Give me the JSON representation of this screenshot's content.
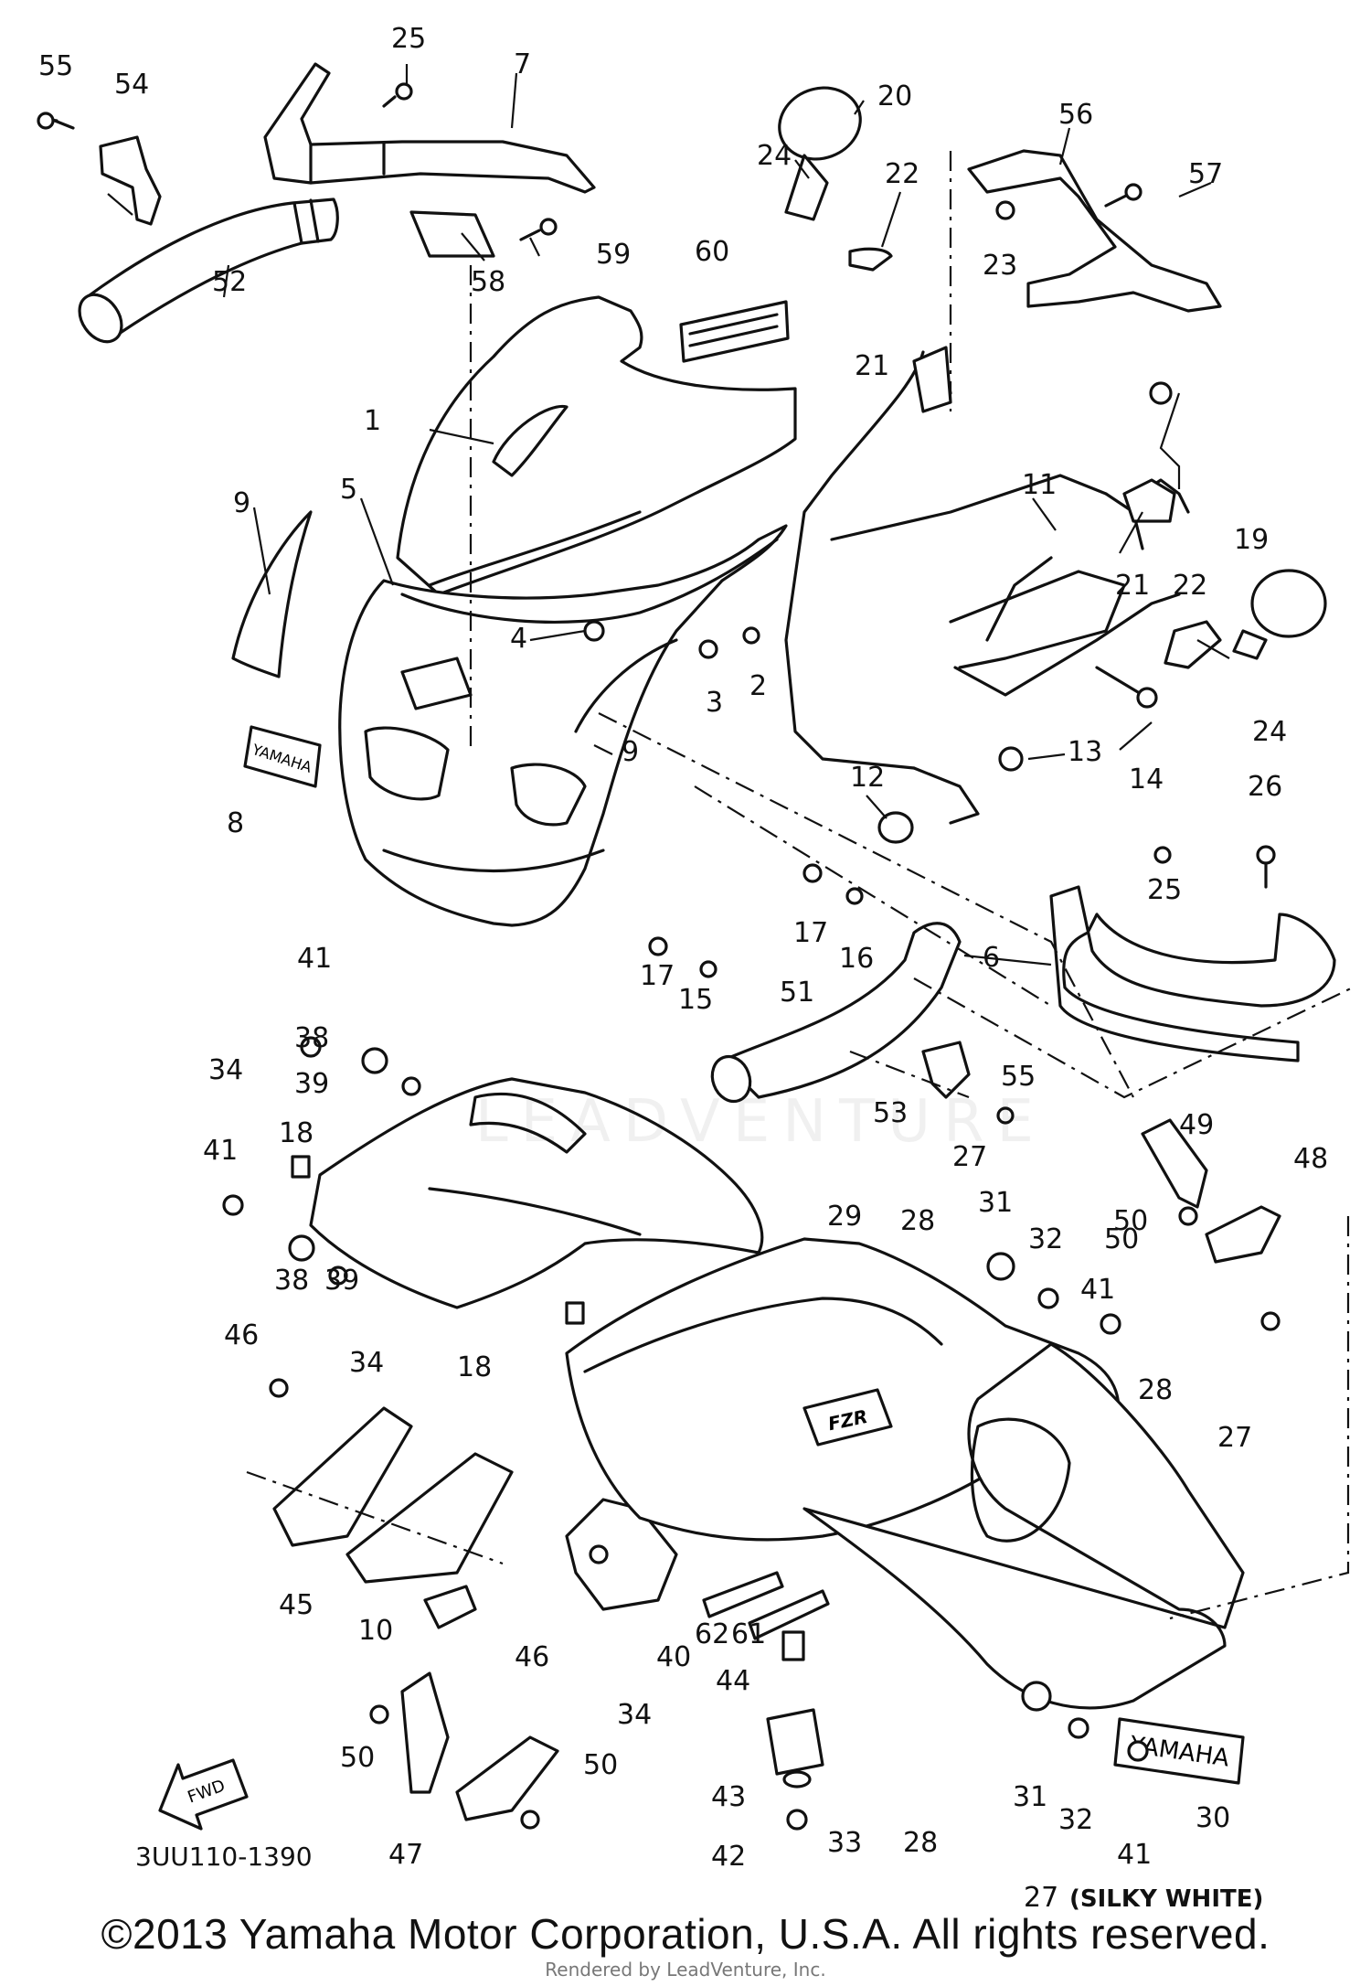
{
  "diagram_code": "3UU110-1390",
  "finish_note": "(SILKY WHITE)",
  "copyright": "©2013 Yamaha Motor Corporation, U.S.A. All rights reserved.",
  "rendered_by": "Rendered by LeadVenture, Inc.",
  "watermark": "LEADVENTURE",
  "decals": {
    "yamaha_left": "YAMAHA",
    "yamaha_lower": "YAMAHA",
    "fzr": "FZR",
    "fwd_arrow": "FWD"
  },
  "callouts": [
    "55",
    "54",
    "25",
    "7",
    "20",
    "24",
    "22",
    "56",
    "57",
    "23",
    "59",
    "60",
    "52",
    "58",
    "21",
    "1",
    "5",
    "11",
    "9",
    "19",
    "22",
    "4",
    "3",
    "2",
    "21",
    "9",
    "8",
    "14",
    "13",
    "24",
    "12",
    "26",
    "25",
    "17",
    "16",
    "17",
    "15",
    "6",
    "51",
    "41",
    "38",
    "39",
    "34",
    "55",
    "53",
    "49",
    "18",
    "27",
    "48",
    "41",
    "29",
    "28",
    "31",
    "32",
    "50",
    "41",
    "38",
    "39",
    "50",
    "34",
    "18",
    "46",
    "28",
    "27",
    "45",
    "10",
    "46",
    "62",
    "61",
    "40",
    "44",
    "34",
    "50",
    "50",
    "47",
    "43",
    "33",
    "28",
    "31",
    "32",
    "41",
    "30",
    "42",
    "27"
  ]
}
